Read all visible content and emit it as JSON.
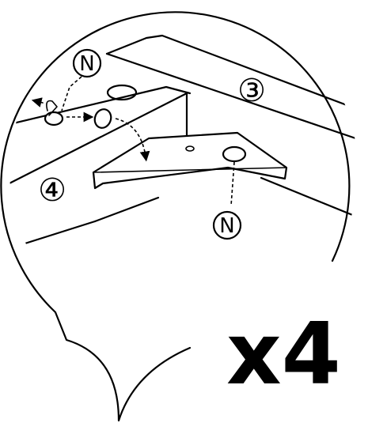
{
  "labels": {
    "part_n_top": "N",
    "part_n_bottom": "N",
    "part_3": "③",
    "part_4": "④"
  },
  "quantity": "x4"
}
